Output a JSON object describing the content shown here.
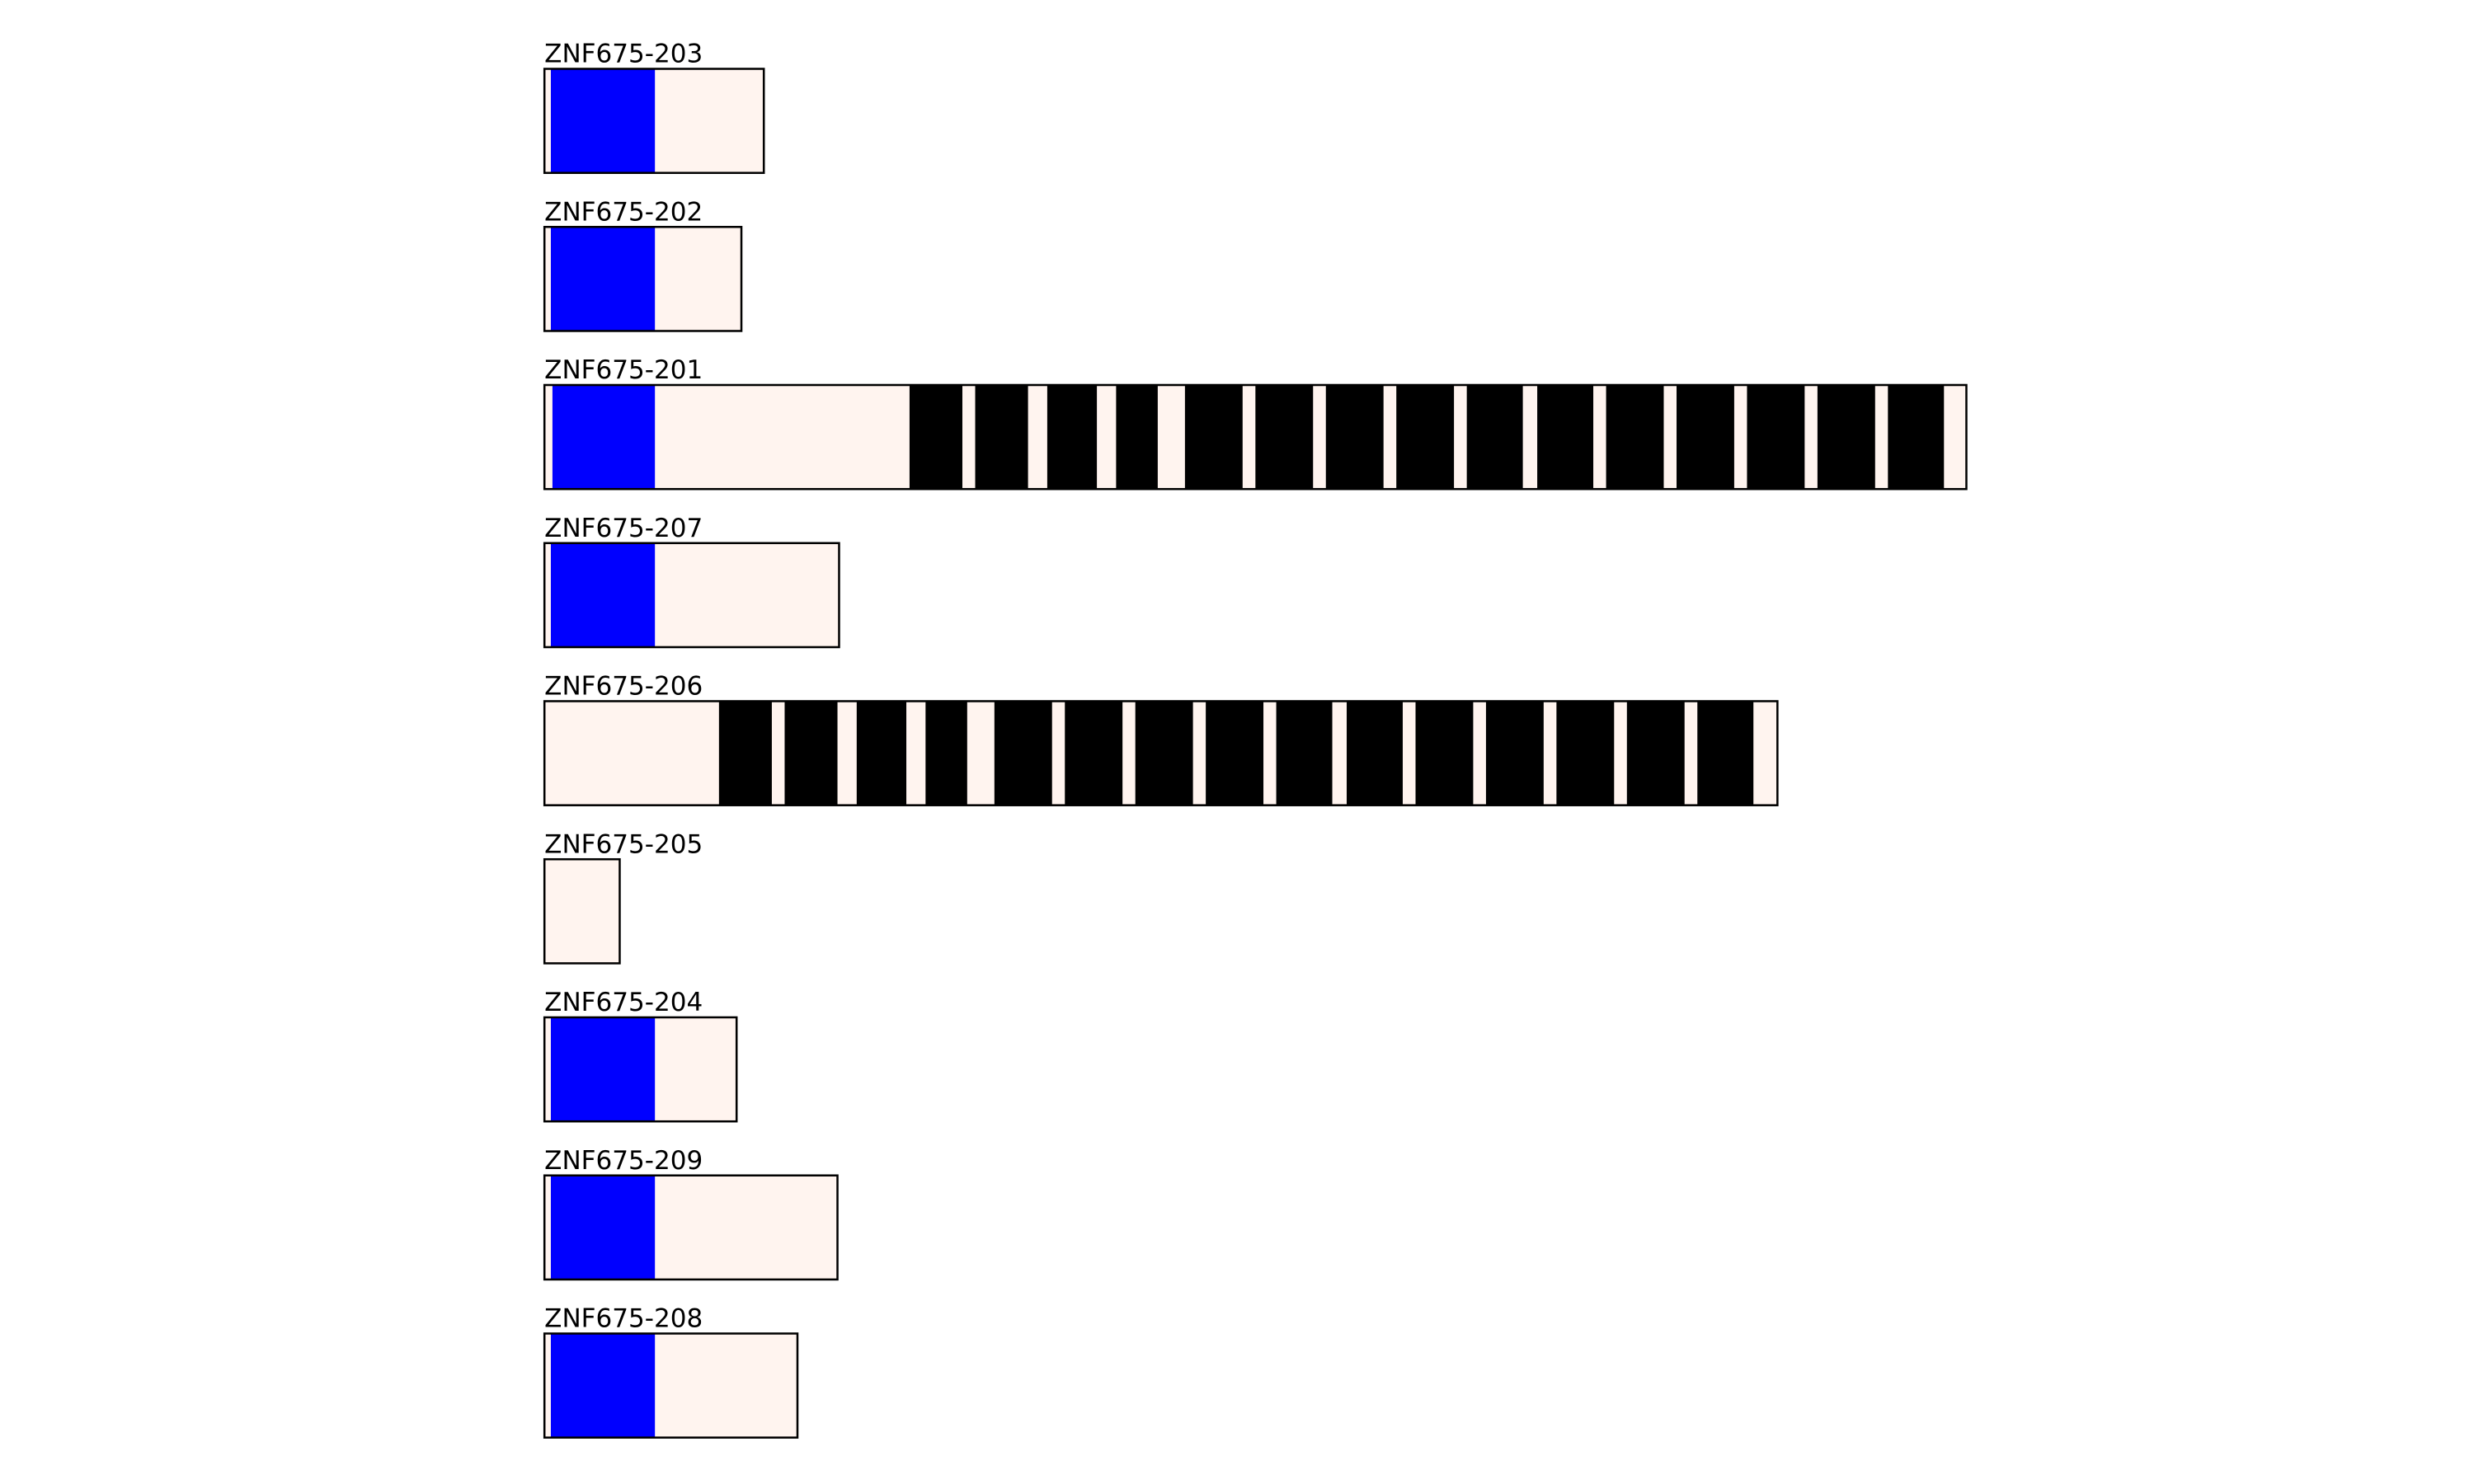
{
  "colors": {
    "background_fill": "#fff4ef",
    "utr_or_domain": "#0000ff",
    "repeat": "#000000",
    "outline": "#000000"
  },
  "chart_data": {
    "type": "transcript-diagram",
    "units": "relative sequence position",
    "transcripts": [
      {
        "name": "ZNF675-203",
        "length": 137,
        "features": [
          {
            "type": "blue",
            "start": 4,
            "end": 69
          }
        ]
      },
      {
        "name": "ZNF675-202",
        "length": 123,
        "features": [
          {
            "type": "blue",
            "start": 4,
            "end": 69
          }
        ]
      },
      {
        "name": "ZNF675-201",
        "length": 888,
        "features": [
          {
            "type": "blue",
            "start": 5,
            "end": 69
          },
          {
            "type": "black",
            "start": 228,
            "end": 261
          },
          {
            "type": "black",
            "start": 269,
            "end": 302
          },
          {
            "type": "black",
            "start": 314,
            "end": 345
          },
          {
            "type": "black",
            "start": 357,
            "end": 383
          },
          {
            "type": "black",
            "start": 400,
            "end": 436
          },
          {
            "type": "black",
            "start": 444,
            "end": 480
          },
          {
            "type": "black",
            "start": 488,
            "end": 524
          },
          {
            "type": "black",
            "start": 532,
            "end": 568
          },
          {
            "type": "black",
            "start": 576,
            "end": 611
          },
          {
            "type": "black",
            "start": 620,
            "end": 655
          },
          {
            "type": "black",
            "start": 663,
            "end": 699
          },
          {
            "type": "black",
            "start": 707,
            "end": 743
          },
          {
            "type": "black",
            "start": 751,
            "end": 787
          },
          {
            "type": "black",
            "start": 795,
            "end": 831
          },
          {
            "type": "black",
            "start": 839,
            "end": 874
          }
        ]
      },
      {
        "name": "ZNF675-207",
        "length": 184,
        "features": [
          {
            "type": "blue",
            "start": 4,
            "end": 69
          }
        ]
      },
      {
        "name": "ZNF675-206",
        "length": 770,
        "features": [
          {
            "type": "black",
            "start": 109,
            "end": 142
          },
          {
            "type": "black",
            "start": 150,
            "end": 183
          },
          {
            "type": "black",
            "start": 195,
            "end": 226
          },
          {
            "type": "black",
            "start": 238,
            "end": 264
          },
          {
            "type": "black",
            "start": 281,
            "end": 317
          },
          {
            "type": "black",
            "start": 325,
            "end": 361
          },
          {
            "type": "black",
            "start": 369,
            "end": 405
          },
          {
            "type": "black",
            "start": 413,
            "end": 449
          },
          {
            "type": "black",
            "start": 457,
            "end": 492
          },
          {
            "type": "black",
            "start": 501,
            "end": 536
          },
          {
            "type": "black",
            "start": 544,
            "end": 580
          },
          {
            "type": "black",
            "start": 588,
            "end": 624
          },
          {
            "type": "black",
            "start": 632,
            "end": 668
          },
          {
            "type": "black",
            "start": 676,
            "end": 712
          },
          {
            "type": "black",
            "start": 720,
            "end": 755
          }
        ]
      },
      {
        "name": "ZNF675-205",
        "length": 47,
        "features": []
      },
      {
        "name": "ZNF675-204",
        "length": 120,
        "features": [
          {
            "type": "blue",
            "start": 4,
            "end": 69
          }
        ]
      },
      {
        "name": "ZNF675-209",
        "length": 183,
        "features": [
          {
            "type": "blue",
            "start": 4,
            "end": 69
          }
        ]
      },
      {
        "name": "ZNF675-208",
        "length": 158,
        "features": [
          {
            "type": "blue",
            "start": 4,
            "end": 69
          }
        ]
      }
    ]
  }
}
